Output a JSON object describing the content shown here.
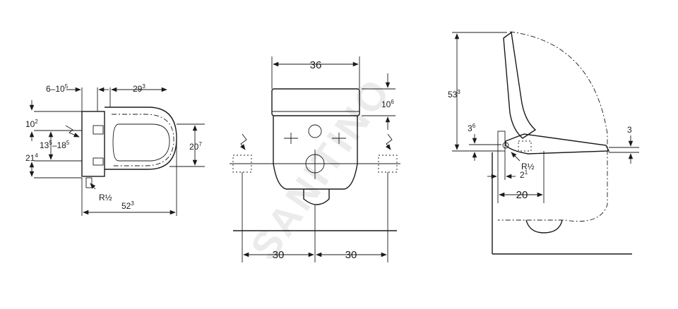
{
  "watermark": "SANITINO",
  "side_view_left": {
    "dim_top_left": {
      "base": "6–10",
      "sup": "5"
    },
    "dim_top_right": {
      "base": "29",
      "sup": "3"
    },
    "dim_height_top": {
      "base": "10",
      "sup": "2"
    },
    "dim_range": {
      "base1": "13",
      "sup1": "5",
      "sep": "–",
      "base2": "18",
      "sup2": "5"
    },
    "dim_height_low": {
      "base": "21",
      "sup": "4"
    },
    "dim_right": {
      "base": "20",
      "sup": "7"
    },
    "dim_bottom": {
      "base": "52",
      "sup": "3"
    },
    "label_conn": "R½"
  },
  "front_view": {
    "dim_width": "36",
    "dim_height": {
      "base": "10",
      "sup": "6"
    },
    "dim_left": "30",
    "dim_right": "30"
  },
  "side_view_right": {
    "dim_total": {
      "base": "53",
      "sup": "3"
    },
    "dim_small": {
      "base": "3",
      "sup": "6"
    },
    "dim_three": "3",
    "dim_offset": {
      "base": "2",
      "sup": "1"
    },
    "dim_depth": "20",
    "label_conn": "R½"
  }
}
